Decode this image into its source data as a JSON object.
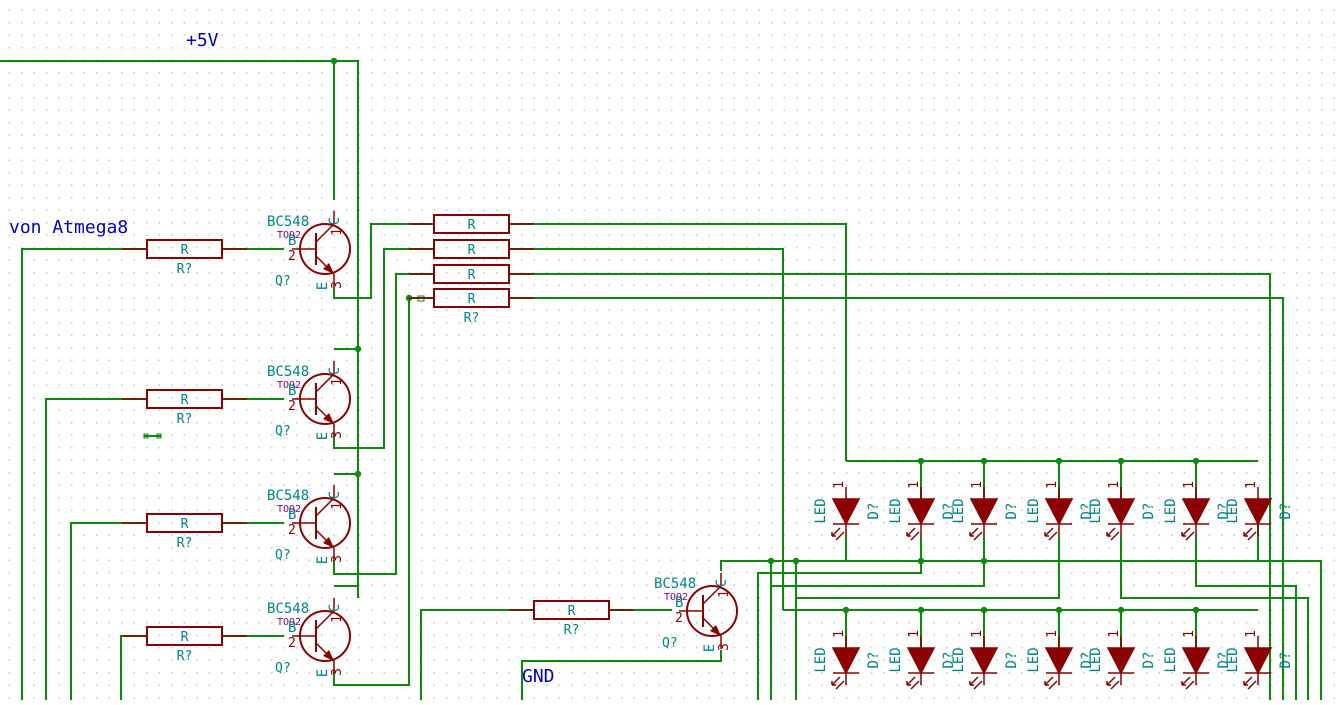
{
  "net_labels": {
    "vcc": "+5V",
    "input": "von Atmega8",
    "ground": "GND"
  },
  "transistor": {
    "name": "BC548",
    "package": "TO92",
    "ref": "Q?",
    "pin_b": "B",
    "pin_c": "C",
    "pin_e": "E",
    "pin_1": "1",
    "pin_2": "2",
    "pin_3": "3"
  },
  "resistor": {
    "name": "R",
    "ref": "R?"
  },
  "led": {
    "name": "LED",
    "ref": "D?",
    "pin_1": "1"
  },
  "colors": {
    "wire": "#0b8a0b",
    "component": "#8b0000",
    "reference": "#008484",
    "net_label": "#0000c8",
    "package": "#8b008b"
  }
}
